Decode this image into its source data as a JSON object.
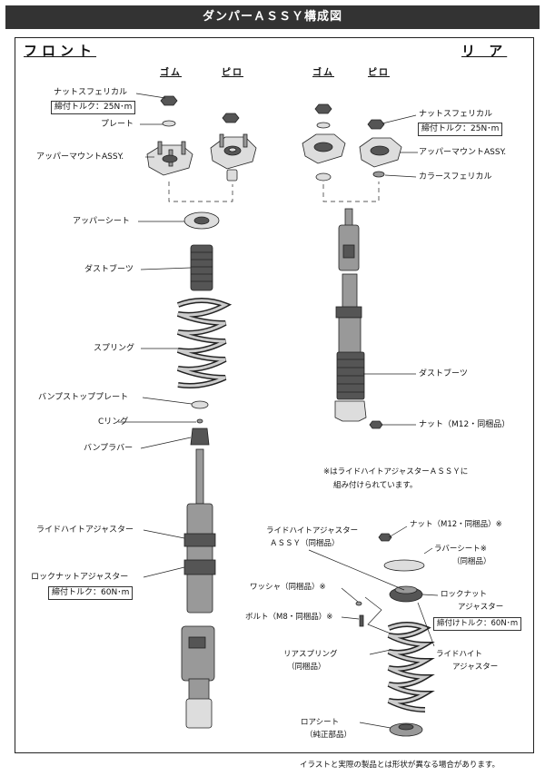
{
  "header": {
    "title": "ダンパーＡＳＳＹ構成図"
  },
  "front": {
    "title": "フロント",
    "col_rubber": "ゴム",
    "col_pillow": "ピロ",
    "labels": {
      "nut": "ナットスフェリカル",
      "nut_torque": "締付トルク：25N･m",
      "plate": "プレート",
      "upper_mount": "アッパーマウントASSY.",
      "upper_seat": "アッパーシート",
      "dust_boot": "ダストブーツ",
      "spring": "スプリング",
      "bump_stop_plate": "バンプストッププレート",
      "c_ring": "Cリング",
      "bump_rubber": "バンプラバー",
      "ride_height": "ライドハイトアジャスター",
      "lock_nut": "ロックナットアジャスター",
      "lock_nut_torque": "締付トルク：60N･m"
    }
  },
  "rear": {
    "title": "リ ア",
    "col_rubber": "ゴム",
    "col_pillow": "ピロ",
    "labels": {
      "nut": "ナットスフェリカル",
      "nut_torque": "締付トルク：25N･m",
      "upper_mount": "アッパーマウントASSY.",
      "collar": "カラースフェリカル",
      "dust_boot": "ダストブーツ",
      "nut_m12": "ナット（M12・同梱品）",
      "note_line1": "※はライドハイトアジャスターＡＳＳＹに",
      "note_line2": "組み付けられています。",
      "rh_assy_line1": "ライドハイトアジャスター",
      "rh_assy_line2": "ＡＳＳＹ（同梱品）",
      "nut_m12_star": "ナット（M12・同梱品）※",
      "rubber_sheet_line1": "ラバーシート※",
      "rubber_sheet_line2": "（同梱品）",
      "washer": "ワッシャ（同梱品）※",
      "bolt": "ボルト（M8・同梱品）※",
      "lock_nut_line1": "ロックナット",
      "lock_nut_line2": "アジャスター",
      "lock_nut_torque": "締付けトルク：60N･m",
      "rear_spring_line1": "リアスプリング",
      "rear_spring_line2": "（同梱品）",
      "ride_height_line1": "ライドハイト",
      "ride_height_line2": "アジャスター",
      "lower_seat_line1": "ロアシート",
      "lower_seat_line2": "（純正部品）"
    }
  },
  "footer": {
    "disclaimer": "イラストと実際の製品とは形状が異なる場合があります。"
  }
}
